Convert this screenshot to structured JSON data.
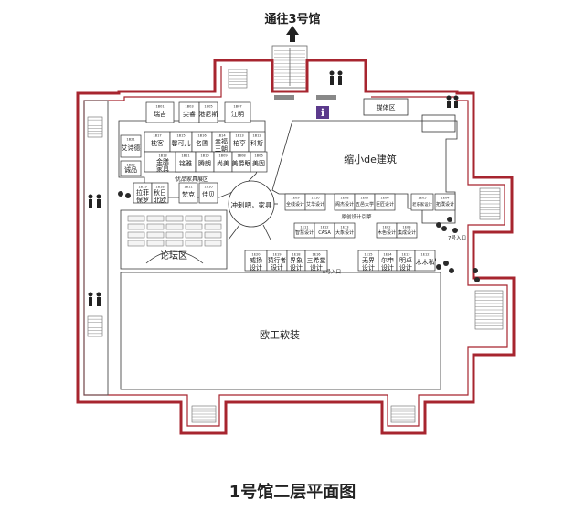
{
  "header": {
    "to_hall3": "通往3号馆"
  },
  "footer": {
    "title": "1号馆二层平面图"
  },
  "zones": {
    "media": "媒体区",
    "shrink_de": "缩小de建筑",
    "forum": "论坛区",
    "european": "欧工软装",
    "cafe": "冲刺吧，家具",
    "quality_furniture": "优品家具展区",
    "design_guide": "原创设计引擎"
  },
  "booths_top": [
    {
      "code": "1B01",
      "name": "瑞吉"
    },
    {
      "code": "1B03",
      "name": "尖睿"
    },
    {
      "code": "1B05",
      "name": "港尼斯"
    },
    {
      "code": "1B07",
      "name": "江明"
    }
  ],
  "booths_row1": [
    {
      "code": "1B17",
      "name": "枕客"
    },
    {
      "code": "1B15",
      "name": "馨可儿"
    },
    {
      "code": "1B16",
      "name": "名圃"
    },
    {
      "code": "1B14",
      "name": "幸福王朝"
    },
    {
      "code": "1B13",
      "name": "柏亨"
    },
    {
      "code": "1B12",
      "name": "科斯"
    }
  ],
  "booths_row2": [
    {
      "code": "1B18",
      "name": "金膳家具"
    },
    {
      "code": "1B11",
      "name": "铭雅"
    },
    {
      "code": "1B10",
      "name": "腾朗"
    },
    {
      "code": "1B09",
      "name": "尚美"
    },
    {
      "code": "1B08",
      "name": "美爵眠"
    },
    {
      "code": "1B06",
      "name": "美固"
    }
  ],
  "booths_left": [
    {
      "code": "1B21",
      "name": "艾诗德"
    },
    {
      "code": "1B20",
      "name": "诚品"
    }
  ],
  "booths_row3": [
    {
      "code": "1B19",
      "name": "拉菲保罗"
    },
    {
      "code": "1B18",
      "name": "秋日北欧"
    },
    {
      "code": "1B11",
      "name": "梵克"
    },
    {
      "code": "1B10",
      "name": "佳贝"
    }
  ],
  "design_booths_top": [
    {
      "code": "1E09",
      "name": "全线设计"
    },
    {
      "code": "1E10",
      "name": "艾华设计"
    },
    {
      "code": "1E08",
      "name": "阁杰设计"
    },
    {
      "code": "1E07",
      "name": "五邑大学"
    },
    {
      "code": "1E06",
      "name": "巨匠设计"
    },
    {
      "code": "1E05",
      "name": "老东家设计"
    },
    {
      "code": "1E04",
      "name": "拓璞设计"
    }
  ],
  "design_booths_mid": [
    {
      "code": "1E11",
      "name": "智慧设计"
    },
    {
      "code": "1E12",
      "name": "CASA"
    },
    {
      "code": "1E13",
      "name": "大象设计"
    },
    {
      "code": "1E02",
      "name": "木色设计"
    },
    {
      "code": "1E03",
      "name": "集成设计"
    }
  ],
  "design_booths_bottom": [
    {
      "code": "1E20",
      "name": "威扬设计"
    },
    {
      "code": "1E19",
      "name": "猿行者设计"
    },
    {
      "code": "1E18",
      "name": "界象设计"
    },
    {
      "code": "1E16",
      "name": "三希堂设计"
    },
    {
      "code": "1E15",
      "name": "无界设计"
    },
    {
      "code": "1E14",
      "name": "尔申设计"
    },
    {
      "code": "1E13",
      "name": "明卓设计"
    },
    {
      "code": "1E12",
      "name": "木木私"
    }
  ],
  "entrances": {
    "entrance_5": "5号入口",
    "entrance_7": "7号入口"
  },
  "colors": {
    "wall": "#a7252f",
    "line": "#333333",
    "info": "#5b3a8c"
  },
  "icons": [
    "up-arrow-icon",
    "info-icon",
    "restroom-icon",
    "stair-icon",
    "escalator-icon",
    "plant-icon"
  ]
}
